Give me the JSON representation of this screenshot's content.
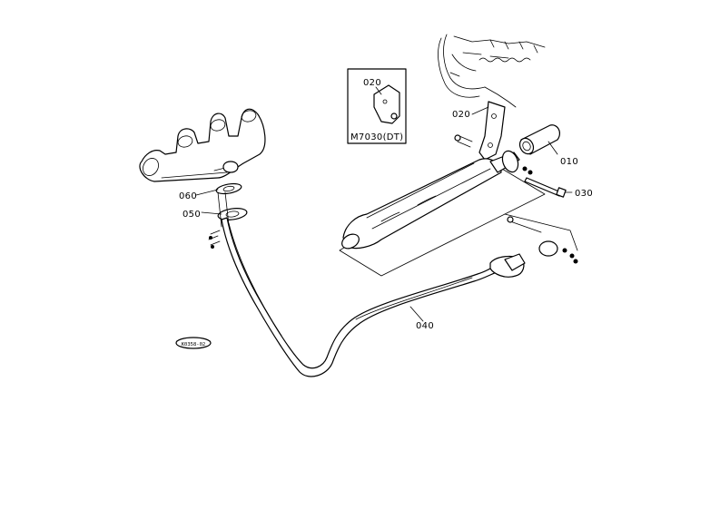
{
  "callouts": {
    "p010": "010",
    "p020_upper": "020",
    "p020_box": "020",
    "p030": "030",
    "p040": "040",
    "p050": "050",
    "p060": "060"
  },
  "inset": {
    "label": "M7030(DT)"
  },
  "stamp": {
    "code": "K0358-02"
  }
}
